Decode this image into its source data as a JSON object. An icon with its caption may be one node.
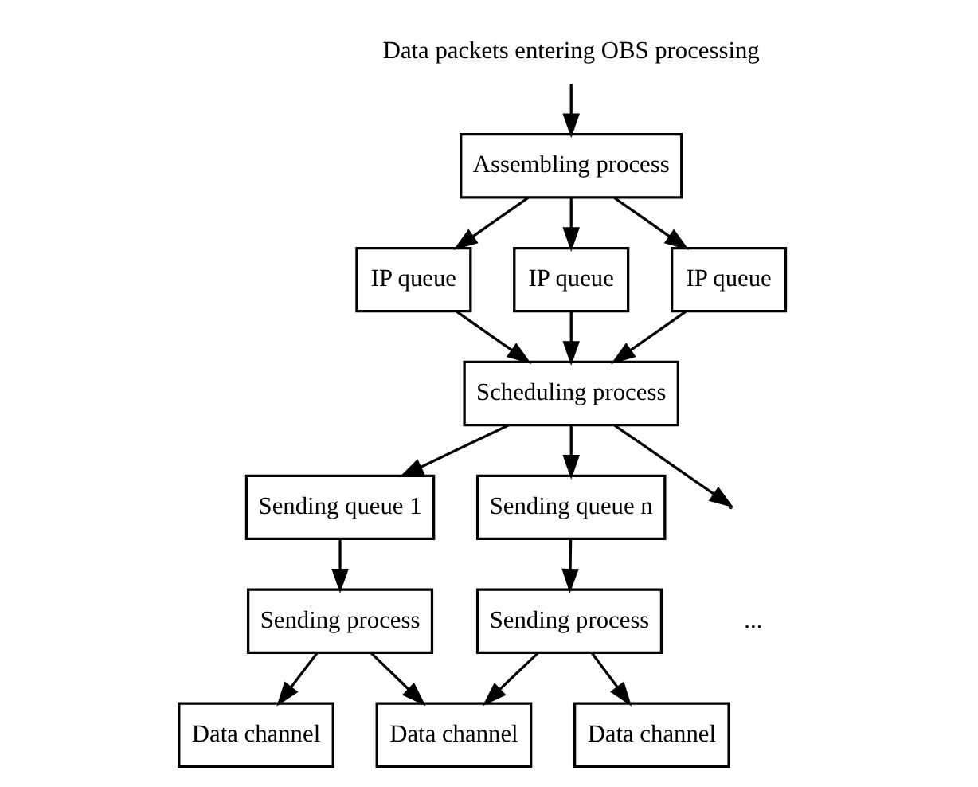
{
  "diagram": {
    "nodes": [
      {
        "text": [
          "Data packets entering OBS processing"
        ]
      },
      {
        "text": [
          "Assembling process"
        ]
      },
      {
        "text": [
          "IP queue"
        ]
      },
      {
        "text": [
          "IP queue"
        ]
      },
      {
        "text": [
          "IP queue"
        ]
      },
      {
        "text": [
          "Scheduling process"
        ]
      },
      {
        "text": [
          "Sending queue 1"
        ]
      },
      {
        "text": [
          "Sending queue n"
        ]
      },
      {
        "text": [
          "Sending process"
        ]
      },
      {
        "text": [
          "Sending process"
        ]
      },
      {
        "text": [
          "Data channel"
        ]
      },
      {
        "text": [
          "Data channel"
        ]
      },
      {
        "text": [
          "Data channel"
        ]
      }
    ],
    "edges": [
      {
        "from": 0,
        "to": 1,
        "arrow": "to"
      },
      {
        "from": 1,
        "to": 2,
        "arrow": "to"
      },
      {
        "from": 1,
        "to": 3,
        "arrow": "to"
      },
      {
        "from": 1,
        "to": 4,
        "arrow": "to"
      },
      {
        "from": 2,
        "to": 5,
        "arrow": "to"
      },
      {
        "from": 3,
        "to": 5,
        "arrow": "to"
      },
      {
        "from": 4,
        "to": 5,
        "arrow": "to"
      },
      {
        "from": 5,
        "to": 6,
        "arrow": "to"
      },
      {
        "from": 5,
        "to": null,
        "arrow": "to"
      },
      {
        "from": 5,
        "to": 7,
        "arrow": "to"
      },
      {
        "from": 6,
        "to": 8,
        "arrow": "to"
      },
      {
        "from": 7,
        "to": 9,
        "arrow": "to"
      },
      {
        "from": 8,
        "to": 10,
        "arrow": "to"
      },
      {
        "from": 8,
        "to": 11,
        "arrow": "to"
      },
      {
        "from": 9,
        "to": 11,
        "arrow": "to"
      },
      {
        "from": 9,
        "to": 12,
        "arrow": "to"
      }
    ],
    "labels": [
      "..."
    ]
  }
}
